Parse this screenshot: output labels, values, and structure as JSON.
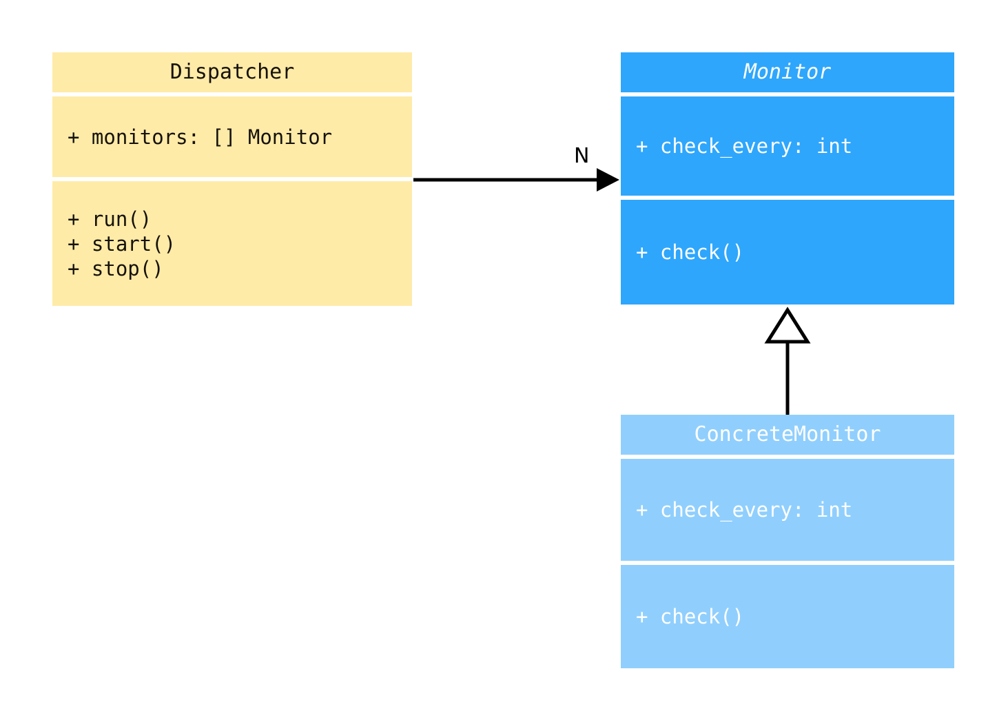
{
  "diagram": {
    "type": "uml-class-diagram",
    "background_color": "#ffffff",
    "classes": [
      {
        "id": "dispatcher",
        "name": "Dispatcher",
        "abstract": false,
        "fill_color": "#ffeba8",
        "text_color": "#16120a",
        "attributes": [
          "+ monitors: [] Monitor"
        ],
        "operations": [
          "+ run()",
          "+ start()",
          "+ stop()"
        ]
      },
      {
        "id": "monitor",
        "name": "Monitor",
        "abstract": true,
        "fill_color": "#2ea6fc",
        "text_color": "#ffffff",
        "attributes": [
          "+ check_every: int"
        ],
        "operations": [
          "+ check()"
        ]
      },
      {
        "id": "concretemonitor",
        "name": "ConcreteMonitor",
        "abstract": false,
        "fill_color": "#90cffd",
        "text_color": "#ffffff",
        "attributes": [
          "+ check_every: int"
        ],
        "operations": [
          "+ check()"
        ]
      }
    ],
    "relationships": [
      {
        "id": "dispatcher-monitor",
        "kind": "association",
        "from": "Dispatcher",
        "to": "Monitor",
        "arrowhead": "filled-triangle",
        "line": "solid",
        "line_color": "#000000",
        "multiplicity_label": "N"
      },
      {
        "id": "concretemonitor-monitor",
        "kind": "generalization",
        "from": "ConcreteMonitor",
        "to": "Monitor",
        "arrowhead": "hollow-triangle",
        "line": "solid",
        "line_color": "#000000",
        "multiplicity_label": ""
      }
    ]
  }
}
